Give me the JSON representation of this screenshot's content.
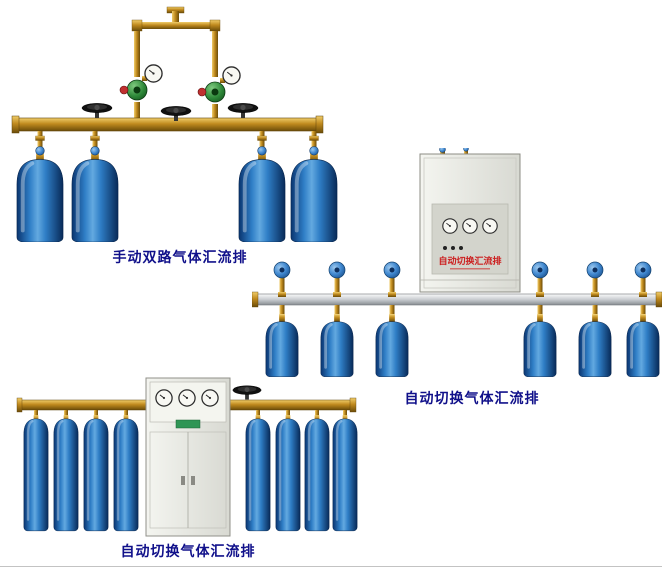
{
  "page": {
    "background": "#ffffff"
  },
  "products": [
    {
      "id": "manual-dual-manifold",
      "caption": "手动双路气体汇流排",
      "cylinders": 4
    },
    {
      "id": "auto-switch-manifold-side",
      "caption": "自动切换气体汇流排",
      "cabinet_text": "自动切换汇流排",
      "cylinders": 6
    },
    {
      "id": "auto-switch-manifold-bottom",
      "caption": "自动切换气体汇流排",
      "cylinders": 8
    }
  ],
  "colors": {
    "caption_text": "#10108a",
    "cylinder_blue": "#2f7ec6",
    "brass": "#c08a1e",
    "pipe_silver": "#c9cdd1",
    "cabinet_body": "#e9eae4",
    "cabinet_text_red": "#cc1f1f"
  }
}
